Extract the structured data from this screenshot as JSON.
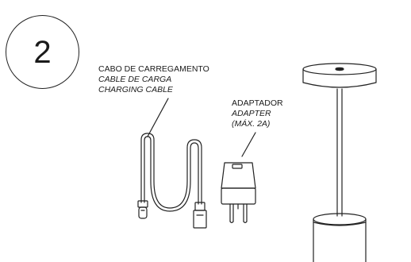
{
  "step": {
    "number": "2"
  },
  "cable_label": {
    "pt": "CABO DE CARREGAMENTO",
    "es": "CABLE DE CARGA",
    "en": "CHARGING CABLE"
  },
  "adapter_label": {
    "pt": "ADAPTADOR",
    "es": "ADAPTER",
    "en": "(MÁX. 2A)"
  }
}
